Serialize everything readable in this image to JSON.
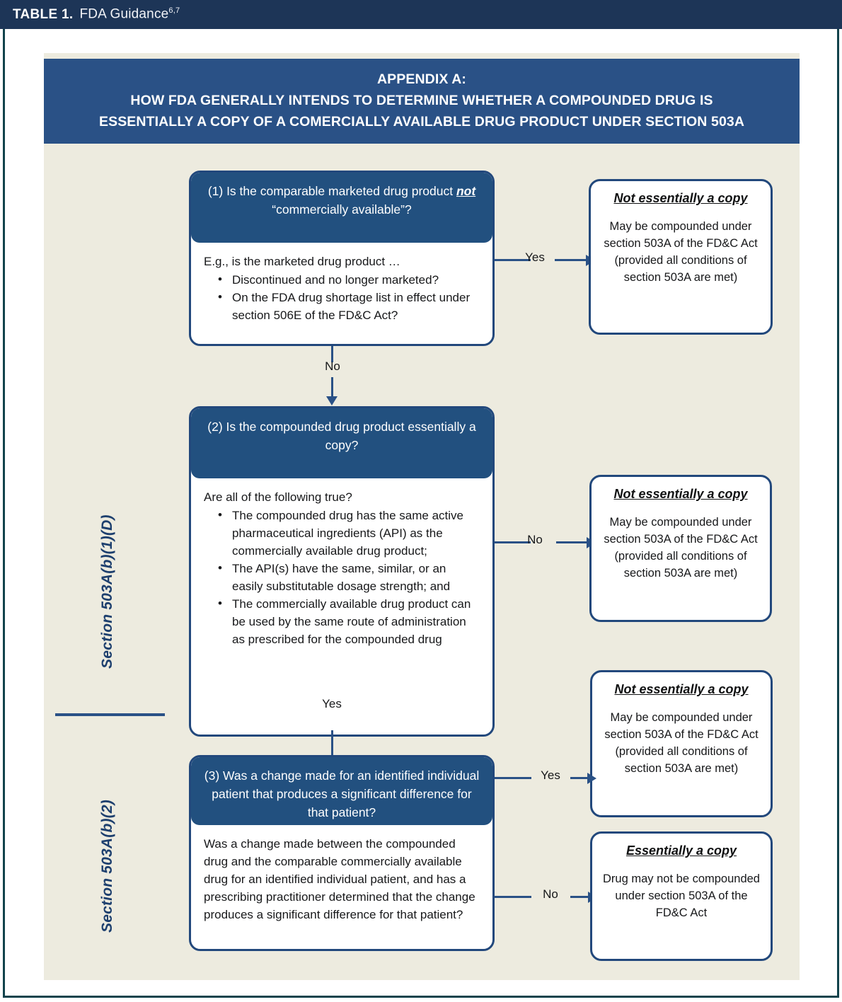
{
  "caption": {
    "label": "TABLE 1.",
    "title": "FDA Guidance",
    "superscript": "6,7"
  },
  "colors": {
    "caption_bar": "#1d3557",
    "header_navy": "#2a5186",
    "box_border": "#22487c",
    "panel_cream": "#edebdf",
    "page_border": "#12434c",
    "side_label": "#1d3f6e"
  },
  "header": {
    "line1": "APPENDIX A:",
    "line2": "HOW FDA GENERALLY INTENDS TO DETERMINE WHETHER A COMPOUNDED DRUG IS",
    "line3": "ESSENTIALLY A COPY OF A COMERCIALLY AVAILABLE DRUG PRODUCT UNDER SECTION 503A"
  },
  "side_labels": [
    {
      "text": "Section 503A(b)(1)(D)"
    },
    {
      "text": "Section 503A(b)(2)"
    }
  ],
  "decisions": [
    {
      "id": "decision-1",
      "head_pre": "(1) Is the comparable marketed drug product ",
      "head_emph": "not",
      "head_post": " “commercially available”?",
      "lead": "E.g., is the marketed drug product …",
      "bullets": [
        "Discontinued and no longer marketed?",
        "On the FDA drug shortage list in effect under section 506E of the FD&C Act?"
      ]
    },
    {
      "id": "decision-2",
      "head": "(2) Is the compounded drug product essentially a copy?",
      "lead": "Are all of the following true?",
      "bullets": [
        "The compounded drug has the same active pharmaceutical ingredients  (API) as the commercially available drug product;",
        "The API(s) have the same, similar, or an easily substitutable dosage strength; and",
        "The commercially available drug product can be used by the same route of administration as prescribed for the compounded drug"
      ]
    },
    {
      "id": "decision-3",
      "head": "(3) Was a change made for an identified individual patient that produces a significant difference for that patient?",
      "paragraph": "Was a change made between the compounded drug and the comparable commercially available drug for an identified individual patient, and has a prescribing practitioner determined that the change produces a significant difference for that patient?"
    }
  ],
  "outcomes": [
    {
      "id": "outcome-1",
      "title": "Not essentially a copy",
      "text": "May be compounded under section 503A of the FD&C Act (provided all conditions of section 503A are met)"
    },
    {
      "id": "outcome-2",
      "title": "Not essentially a copy",
      "text": "May be compounded under section 503A of the FD&C Act (provided all conditions of section 503A are met)"
    },
    {
      "id": "outcome-3",
      "title": "Not essentially a copy",
      "text": "May be compounded under section 503A of the FD&C Act (provided all conditions of section 503A are met)"
    },
    {
      "id": "outcome-4",
      "title": "Essentially a copy",
      "text": "Drug may not be compounded under section 503A of the FD&C Act"
    }
  ],
  "connectors": {
    "d1_yes": "Yes",
    "d1_no": "No",
    "d2_no": "No",
    "d2_yes": "Yes",
    "d3_yes": "Yes",
    "d3_no": "No"
  }
}
